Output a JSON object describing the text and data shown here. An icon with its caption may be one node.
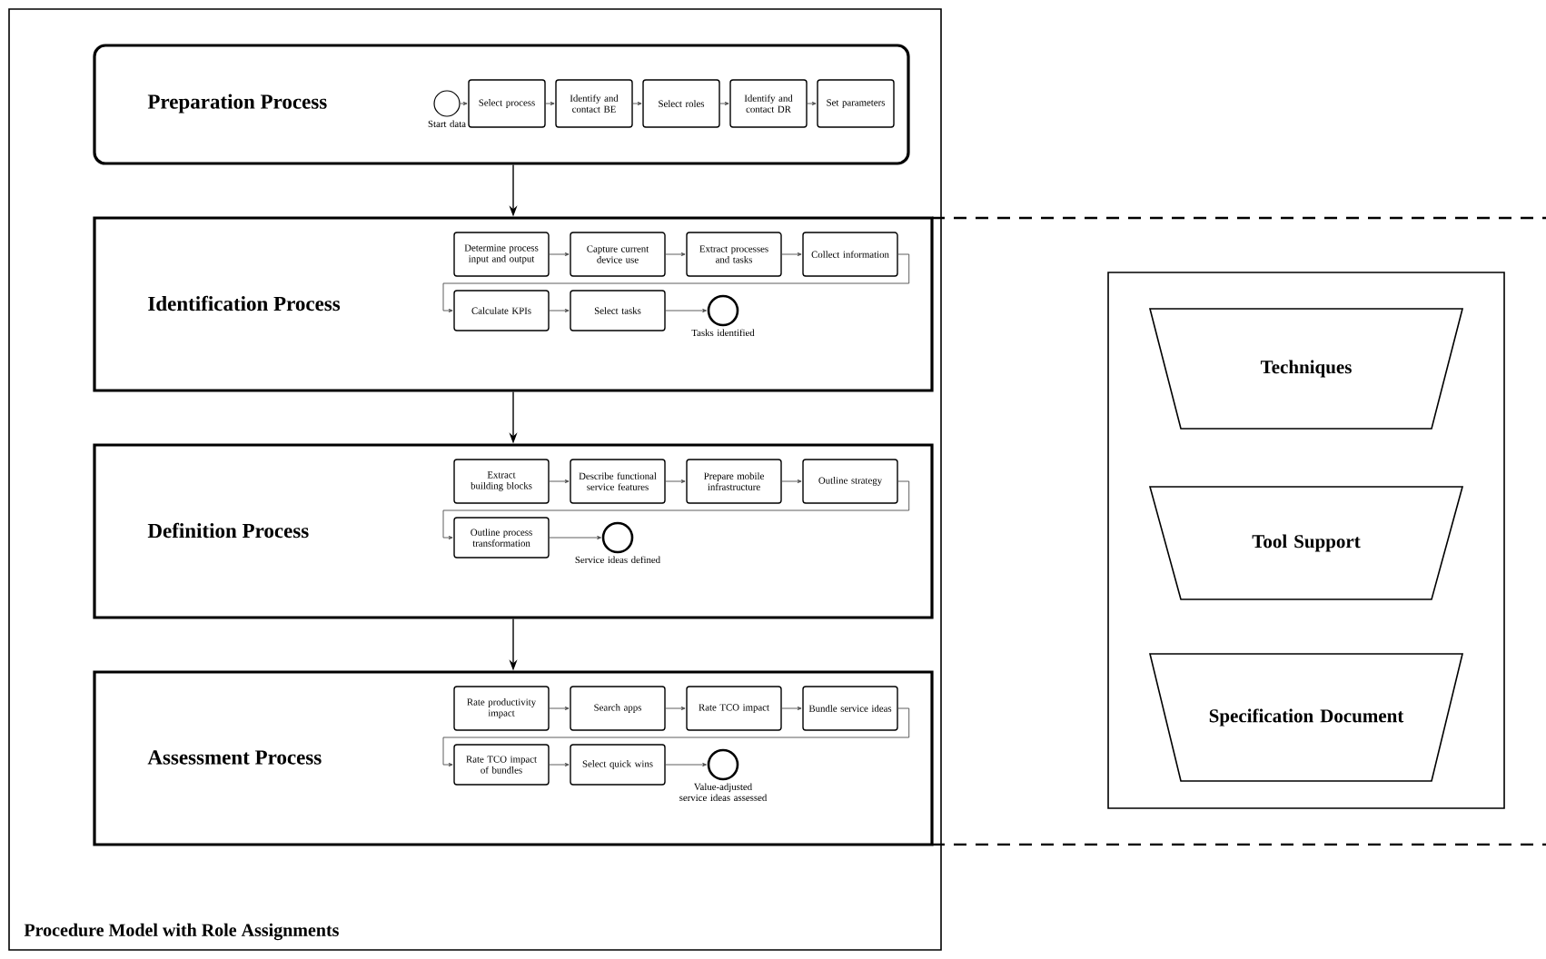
{
  "diagram": {
    "nodes": [
      {
        "text": [
          "Procedure Model with Role Assignments"
        ]
      },
      {
        "text": [
          "Preparation Process"
        ],
        "in": 0
      },
      {
        "text": [],
        "shape": "circle",
        "in": 1,
        "beside": [
          "Start data"
        ]
      },
      {
        "text": [
          "Select process"
        ],
        "in": 1
      },
      {
        "text": [
          "Identify and contact BE"
        ],
        "in": 1
      },
      {
        "text": [
          "Select roles"
        ],
        "in": 1
      },
      {
        "text": [
          "Identify and contact DR"
        ],
        "in": 1
      },
      {
        "text": [
          "Set parameters"
        ],
        "in": 1
      },
      {
        "text": [
          "Identification Process"
        ],
        "in": 0
      },
      {
        "text": [
          "Determine process input and output"
        ],
        "in": 8
      },
      {
        "text": [
          "Capture current device use"
        ],
        "in": 8
      },
      {
        "text": [
          "Extract processes and tasks"
        ],
        "in": 8
      },
      {
        "text": [
          "Collect information"
        ],
        "in": 8
      },
      {
        "text": [
          "Calculate KPIs"
        ],
        "in": 8
      },
      {
        "text": [
          "Select tasks"
        ],
        "in": 8
      },
      {
        "text": [],
        "shape": "circle",
        "in": 8,
        "beside": [
          "Tasks identified"
        ]
      },
      {
        "text": [
          "Definition Process"
        ],
        "in": 0
      },
      {
        "text": [
          "Extract building blocks"
        ],
        "in": 16
      },
      {
        "text": [
          "Describe functional service features"
        ],
        "in": 16
      },
      {
        "text": [
          "Prepare mobile infrastructure"
        ],
        "in": 16
      },
      {
        "text": [
          "Outline strategy"
        ],
        "in": 16
      },
      {
        "text": [
          "Outline process transformation"
        ],
        "in": 16
      },
      {
        "text": [],
        "shape": "circle",
        "in": 16,
        "beside": [
          "Service ideas defined"
        ]
      },
      {
        "text": [
          "Assessment Process"
        ],
        "in": 0
      },
      {
        "text": [
          "Rate productivity impact"
        ],
        "in": 23
      },
      {
        "text": [
          "Search apps"
        ],
        "in": 23
      },
      {
        "text": [
          "Rate TCO impact"
        ],
        "in": 23
      },
      {
        "text": [
          "Bundle service ideas"
        ],
        "in": 23
      },
      {
        "text": [
          "Rate TCO impact of bundles"
        ],
        "in": 23
      },
      {
        "text": [
          "Select quick wins"
        ],
        "in": 23
      },
      {
        "text": [],
        "shape": "circle",
        "in": 23,
        "beside": [
          "Value-adjusted service ideas assessed"
        ]
      },
      {
        "text": [],
        "shape": "box"
      },
      {
        "text": [
          "Techniques"
        ],
        "in": 31
      },
      {
        "text": [
          "Tool Support"
        ],
        "in": 31
      },
      {
        "text": [
          "Specification Document"
        ],
        "in": 31
      }
    ],
    "edges": [
      {
        "from": 1,
        "to": 8,
        "arrow": "to"
      },
      {
        "from": 8,
        "to": 16,
        "arrow": "to"
      },
      {
        "from": 16,
        "to": 23,
        "arrow": "to"
      },
      {
        "from": 2,
        "to": 3,
        "arrow": "to"
      },
      {
        "from": 3,
        "to": 4,
        "arrow": "to"
      },
      {
        "from": 4,
        "to": 5,
        "arrow": "to"
      },
      {
        "from": 5,
        "to": 6,
        "arrow": "to"
      },
      {
        "from": 6,
        "to": 7,
        "arrow": "to"
      },
      {
        "from": 9,
        "to": 10,
        "arrow": "to"
      },
      {
        "from": 10,
        "to": 11,
        "arrow": "to"
      },
      {
        "from": 11,
        "to": 12,
        "arrow": "to"
      },
      {
        "from": 12,
        "to": 13,
        "arrow": "to"
      },
      {
        "from": 13,
        "to": 14,
        "arrow": "to"
      },
      {
        "from": 14,
        "to": 15,
        "arrow": "to"
      },
      {
        "from": 17,
        "to": 18,
        "arrow": "to"
      },
      {
        "from": 18,
        "to": 19,
        "arrow": "to"
      },
      {
        "from": 19,
        "to": 20,
        "arrow": "to"
      },
      {
        "from": 20,
        "to": 21,
        "arrow": "to"
      },
      {
        "from": 21,
        "to": 22,
        "arrow": "to"
      },
      {
        "from": 24,
        "to": 25,
        "arrow": "to"
      },
      {
        "from": 25,
        "to": 26,
        "arrow": "to"
      },
      {
        "from": 26,
        "to": 27,
        "arrow": "to"
      },
      {
        "from": 27,
        "to": 28,
        "arrow": "to"
      },
      {
        "from": 28,
        "to": 29,
        "arrow": "to"
      },
      {
        "from": 29,
        "to": 30,
        "arrow": "to"
      }
    ]
  }
}
